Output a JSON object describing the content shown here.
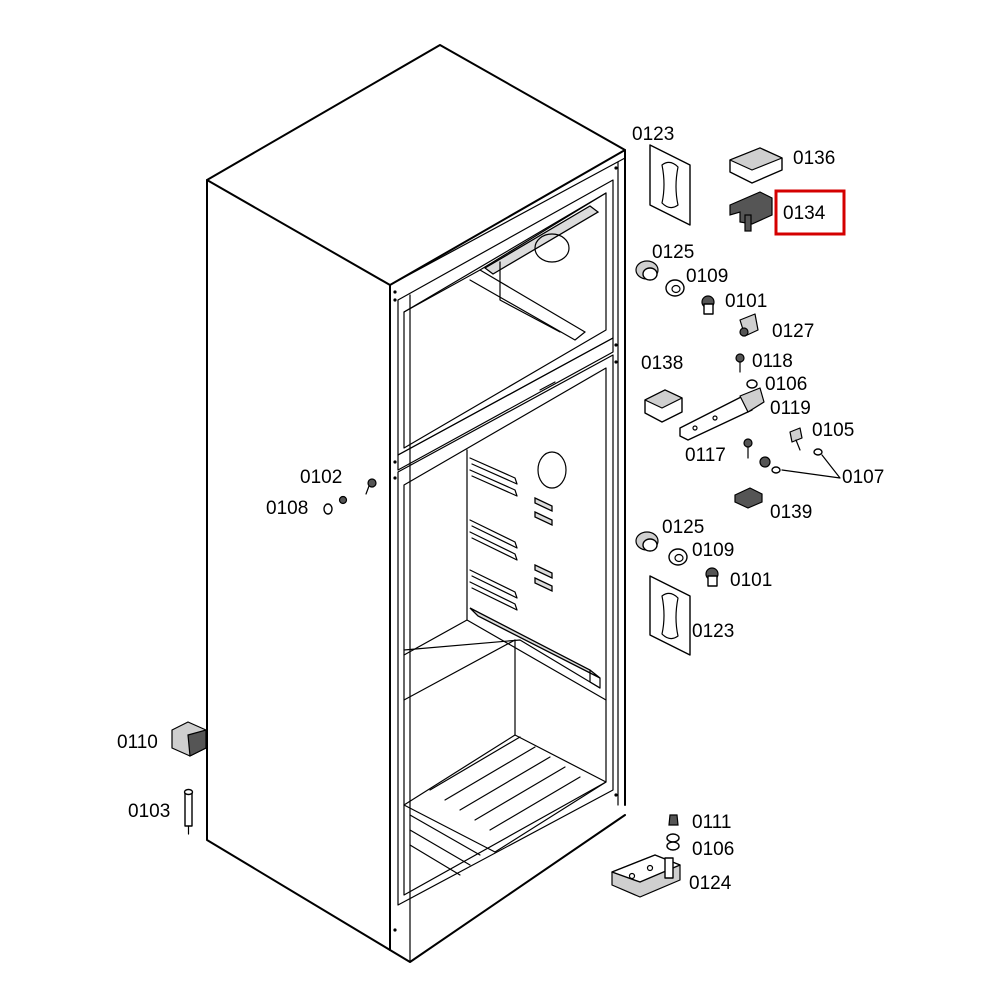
{
  "diagram": {
    "highlight_color": "#d40000",
    "highlighted_part": "0134",
    "labels": {
      "p0123_top": "0123",
      "p0136": "0136",
      "p0134": "0134",
      "p0125_top": "0125",
      "p0109_top": "0109",
      "p0101_top": "0101",
      "p0127": "0127",
      "p0118": "0118",
      "p0138": "0138",
      "p0106_mid": "0106",
      "p0119": "0119",
      "p0105": "0105",
      "p0117": "0117",
      "p0107": "0107",
      "p0139": "0139",
      "p0102": "0102",
      "p0108": "0108",
      "p0125_bottom": "0125",
      "p0109_bottom": "0109",
      "p0101_bottom": "0101",
      "p0123_bottom": "0123",
      "p0110": "0110",
      "p0103": "0103",
      "p0111": "0111",
      "p0106_bottom": "0106",
      "p0124": "0124"
    }
  }
}
